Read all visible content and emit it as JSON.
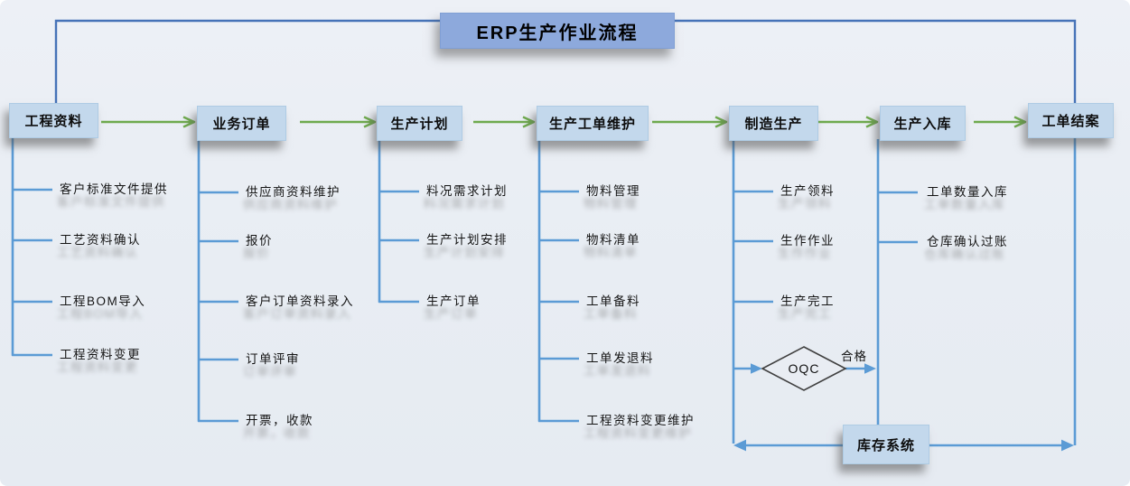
{
  "title": "ERP生产作业流程",
  "flow": [
    {
      "label": "工程资料",
      "children": [
        "客户标准文件提供",
        "工艺资料确认",
        "工程BOM导入",
        "工程资料变更"
      ]
    },
    {
      "label": "业务订单",
      "children": [
        "供应商资料维护",
        "报价",
        "客户订单资料录入",
        "订单评审",
        "开票，收款"
      ]
    },
    {
      "label": "生产计划",
      "children": [
        "料况需求计划",
        "生产计划安排",
        "生产订单"
      ]
    },
    {
      "label": "生产工单维护",
      "children": [
        "物料管理",
        "物料清单",
        "工单备料",
        "工单发退料",
        "工程资料变更维护"
      ]
    },
    {
      "label": "制造生产",
      "children": [
        "生产领料",
        "生作作业",
        "生产完工"
      ]
    },
    {
      "label": "生产入库",
      "children": [
        "工单数量入库",
        "仓库确认过账"
      ]
    },
    {
      "label": "工单结案",
      "children": []
    }
  ],
  "decision": {
    "label": "OQC",
    "pass_label": "合格"
  },
  "inventory": {
    "label": "库存系统"
  },
  "colors": {
    "background": "#e9edf3",
    "node_fill": "#c3d8ec",
    "title_fill": "#8da9dc",
    "tree_line": "#5b9bd5",
    "connector_line": "#4673b8",
    "flow_arrow": "#6faa4e",
    "diamond_stroke": "#3f3f3f"
  }
}
